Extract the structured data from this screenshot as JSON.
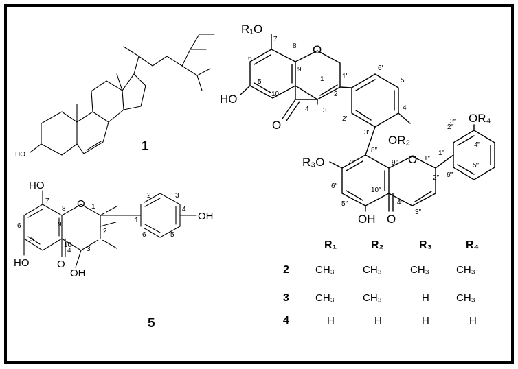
{
  "compound_numbers": {
    "c1": "1",
    "c5": "5"
  },
  "mol1": {
    "oh": "HO"
  },
  "mol5": {
    "ho_top": "HO",
    "ho_bottom": "HO",
    "o_ring": "O",
    "o_keto": "O",
    "oh_3": "OH",
    "oh_4p": "OH",
    "n7": "7",
    "n8": "8",
    "n6": "6",
    "n9": "9",
    "n5": "5",
    "n10": "10",
    "n1": "1",
    "n2": "2",
    "n3": "3",
    "n4": "4",
    "n1p": "1",
    "n2p": "2",
    "n3p": "3",
    "n4p": "4",
    "n5p": "5",
    "n6p": "6"
  },
  "biflavone": {
    "r1o": "R₁O",
    "ho": "HO",
    "o_keto_a": "O",
    "o_ring_a": "O",
    "or2": "OR₂",
    "r3o": "R₃O",
    "o_ring_b": "O",
    "oh_b": "OH",
    "o_keto_b": "O",
    "or4": "OR₄",
    "n7": "7",
    "n8": "8",
    "n6": "6",
    "n5": "5",
    "n10": "10",
    "n9": "9",
    "n1": "1",
    "n2": "2",
    "n3": "3",
    "n4": "4",
    "n1p": "1'",
    "n2p": "2'",
    "n3p": "3'",
    "n4p": "4'",
    "n5p": "5'",
    "n6p": "6'",
    "n7pp": "7″",
    "n8pp": "8″",
    "n9pp": "9″",
    "n10pp": "10″",
    "n6pp": "6″",
    "n5pp": "5″",
    "n4pp": "4″",
    "n3pp": "3″",
    "n2pp": "2″",
    "n1pp": "1″",
    "n1ppp": "1‴",
    "n2ppp": "2‴",
    "n3ppp": "3‴",
    "n4ppp": "4‴",
    "n5ppp": "5‴",
    "n6ppp": "6‴"
  },
  "substituent_table": {
    "headers": [
      "R₁",
      "R₂",
      "R₃",
      "R₄"
    ],
    "rows": [
      {
        "compound": "2",
        "values": [
          "CH₃",
          "CH₃",
          "CH₃",
          "CH₃"
        ]
      },
      {
        "compound": "3",
        "values": [
          "CH₃",
          "CH₃",
          "H",
          "CH₃"
        ]
      },
      {
        "compound": "4",
        "values": [
          "H",
          "H",
          "H",
          "H"
        ]
      }
    ]
  }
}
